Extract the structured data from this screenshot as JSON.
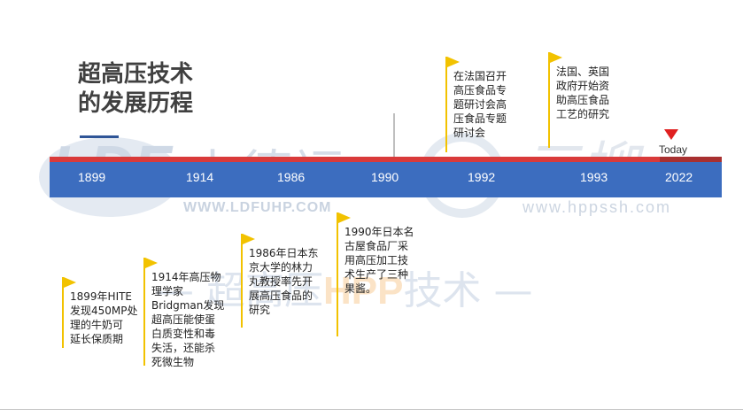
{
  "slide": {
    "title_line1": "超高压技术",
    "title_line2": "的发展历程"
  },
  "watermark": {
    "logo_text": "LDF",
    "brand_cn": "力德福",
    "url_left": "WWW.LDFUHP.COM",
    "script_text": "三柳",
    "url_right": "www.hppssh.com",
    "bottom_prefix": "— 超高压",
    "bottom_hpp": "HPP",
    "bottom_suffix": "技术 —"
  },
  "timeline": {
    "years": [
      "1899",
      "1914",
      "1986",
      "1990",
      "1992",
      "1993",
      "2022"
    ],
    "today_label": "Today",
    "colors": {
      "band": "#3c6dbf",
      "accent": "#d93a3a",
      "flag": "#f2c200",
      "marker": "#e02020"
    }
  },
  "events": [
    {
      "text": "1899年HITE\n发现450MP处\n理的牛奶可\n延长保质期"
    },
    {
      "text": "1914年高压物\n理学家\nBridgman发现\n超高压能使蛋\n白质变性和毒\n失活，还能杀\n死微生物"
    },
    {
      "text": "1986年日本东\n京大学的林力\n丸教授率先开\n展高压食品的\n研究"
    },
    {
      "text": "1990年日本名\n古屋食品厂采\n用高压加工技\n术生产了三种\n果酱。"
    },
    {
      "text": "在法国召开\n高压食品专\n题研讨会高\n压食品专题\n研讨会"
    },
    {
      "text": "法国、英国\n政府开始资\n助高压食品\n工艺的研究"
    }
  ]
}
